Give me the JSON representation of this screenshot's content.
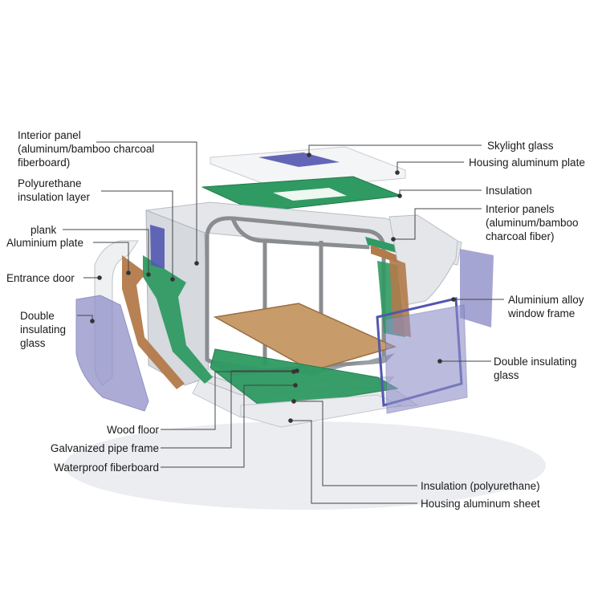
{
  "labels": {
    "interior_panel": "Interior panel\n(aluminum/bamboo charcoal\nfiberboard)",
    "polyurethane_layer": "Polyurethane\ninsulation layer",
    "plank": "plank",
    "aluminium_plate": "Aluminium plate",
    "entrance_door": "Entrance door",
    "double_glass_left": "Double\ninsulating\nglass",
    "skylight_glass": "Skylight glass",
    "housing_plate": "Housing aluminum plate",
    "insulation_top": "Insulation",
    "interior_panels_right": "Interior panels\n(aluminum/bamboo\ncharcoal fiber)",
    "window_frame": "Aluminium alloy\nwindow frame",
    "double_glass_right": "Double insulating\nglass",
    "wood_floor": "Wood floor",
    "pipe_frame": "Galvanized pipe frame",
    "waterproof_board": "Waterproof fiberboard",
    "insulation_pu": "Insulation (polyurethane)",
    "housing_sheet": "Housing aluminum sheet"
  },
  "colors": {
    "shell": "#eef0f2",
    "glass": "#8f8fc8",
    "insulation": "#2f9a62",
    "wood": "#b37a4a",
    "floor": "#c89b6a",
    "frame": "#8a8d90",
    "leader": "#444444"
  }
}
